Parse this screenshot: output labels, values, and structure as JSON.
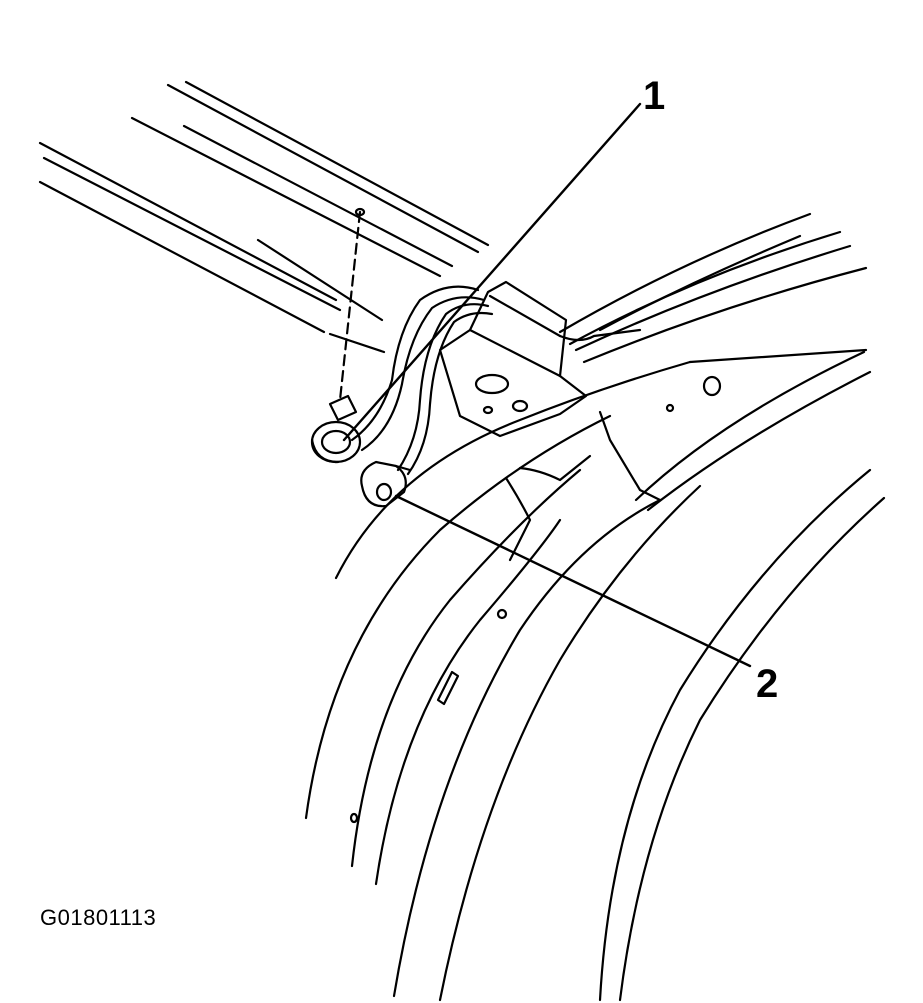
{
  "callouts": [
    {
      "number": "1"
    },
    {
      "number": "2"
    }
  ],
  "figure_id": "G01801113",
  "colors": {
    "line": "#000000",
    "background": "#ffffff"
  }
}
